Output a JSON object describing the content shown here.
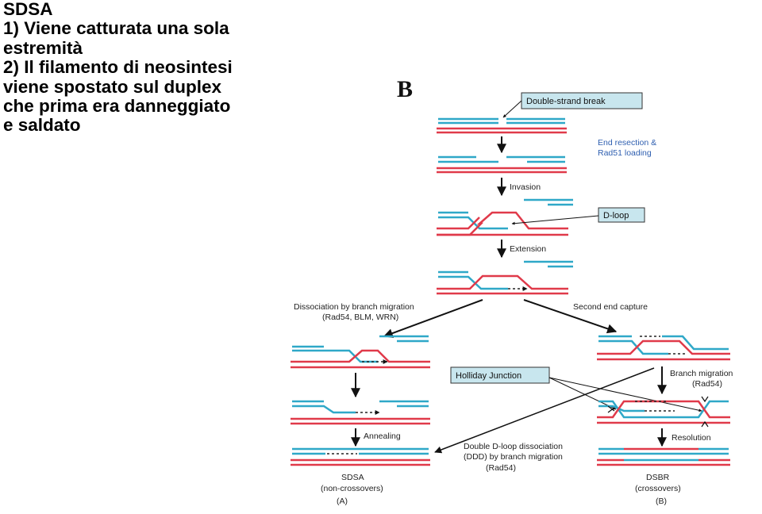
{
  "slide": {
    "lines": [
      "SDSA",
      "1) Viene catturata una sola",
      "estremità",
      "2) Il filamento di neosintesi",
      "viene spostato sul duplex",
      "che prima era danneggiato",
      "e saldato"
    ]
  },
  "diagram": {
    "panel_letter": "B",
    "boxes": {
      "double_strand_break": "Double-strand break",
      "d_loop": "D-loop",
      "holliday_junction": "Holliday Junction"
    },
    "labels": {
      "end_resection_1": "End resection &",
      "end_resection_2": "Rad51 loading",
      "invasion": "Invasion",
      "extension": "Extension",
      "dissociation_1": "Dissociation by branch migration",
      "dissociation_2": "(Rad54, BLM, WRN)",
      "second_end_capture": "Second end capture",
      "branch_migration_1": "Branch migration",
      "branch_migration_2": "(Rad54)",
      "annealing": "Annealing",
      "resolution": "Resolution",
      "ddd_1": "Double D-loop dissociation",
      "ddd_2": "(DDD) by branch migration",
      "ddd_3": "(Rad54)",
      "sdsa_title": "SDSA",
      "sdsa_sub": "(non-crossovers)",
      "sdsa_letter": "(A)",
      "dsbr_title": "DSBR",
      "dsbr_sub": "(crossovers)",
      "dsbr_letter": "(B)"
    },
    "colors": {
      "blue_strand": "#2fa8c8",
      "red_strand": "#e03a4a",
      "box_fill": "#c8e6ee",
      "label_blue": "#2f5fb0"
    }
  }
}
